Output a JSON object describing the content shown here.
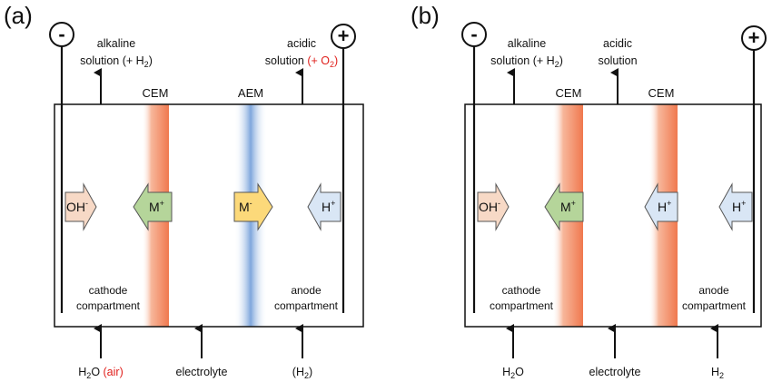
{
  "colors": {
    "cem": "#f0784e",
    "aem": "#7ea6dc",
    "oh_arrow": "#f7d9c6",
    "m_plus_arrow": "#b5d59a",
    "m_minus_arrow": "#fcd97a",
    "h_arrow": "#d9e6f5",
    "highlight_red": "#e0201c"
  },
  "panel_a": {
    "label": "(a)",
    "neg_sign": "-",
    "pos_sign": "+",
    "out_left": {
      "line1": "alkaline",
      "line2": "solution (+ H",
      "sub": "2",
      "close": ")"
    },
    "out_right": {
      "line1": "acidic",
      "line2_pre": "solution ",
      "line2_red": "(+ O",
      "sub": "2",
      "close": ")"
    },
    "membrane_left": "CEM",
    "membrane_right": "AEM",
    "ions": {
      "oh": {
        "base": "OH",
        "sup": "-"
      },
      "m_plus": {
        "base": "M",
        "sup": "+"
      },
      "m_minus": {
        "base": "M",
        "sup": "-"
      },
      "h_plus": {
        "base": "H",
        "sup": "+"
      }
    },
    "cathode_label": [
      "cathode",
      "compartment"
    ],
    "anode_label": [
      "anode",
      "compartment"
    ],
    "in_left": {
      "pre": "H",
      "sub": "2",
      "post": "O ",
      "red": "(air)"
    },
    "in_mid": "electrolyte",
    "in_right": {
      "pre": "(H",
      "sub": "2",
      "post": ")"
    }
  },
  "panel_b": {
    "label": "(b)",
    "neg_sign": "-",
    "pos_sign": "+",
    "out_left": {
      "line1": "alkaline",
      "line2": "solution (+ H",
      "sub": "2",
      "close": ")"
    },
    "out_right": {
      "line1": "acidic",
      "line2": "solution"
    },
    "membrane_left": "CEM",
    "membrane_right": "CEM",
    "ions": {
      "oh": {
        "base": "OH",
        "sup": "-"
      },
      "m_plus": {
        "base": "M",
        "sup": "+"
      },
      "h_plus_mid": {
        "base": "H",
        "sup": "+"
      },
      "h_plus": {
        "base": "H",
        "sup": "+"
      }
    },
    "cathode_label": [
      "cathode",
      "compartment"
    ],
    "anode_label": [
      "anode",
      "compartment"
    ],
    "in_left": {
      "pre": "H",
      "sub": "2",
      "post": "O"
    },
    "in_mid": "electrolyte",
    "in_right": {
      "pre": "H",
      "sub": "2"
    }
  }
}
